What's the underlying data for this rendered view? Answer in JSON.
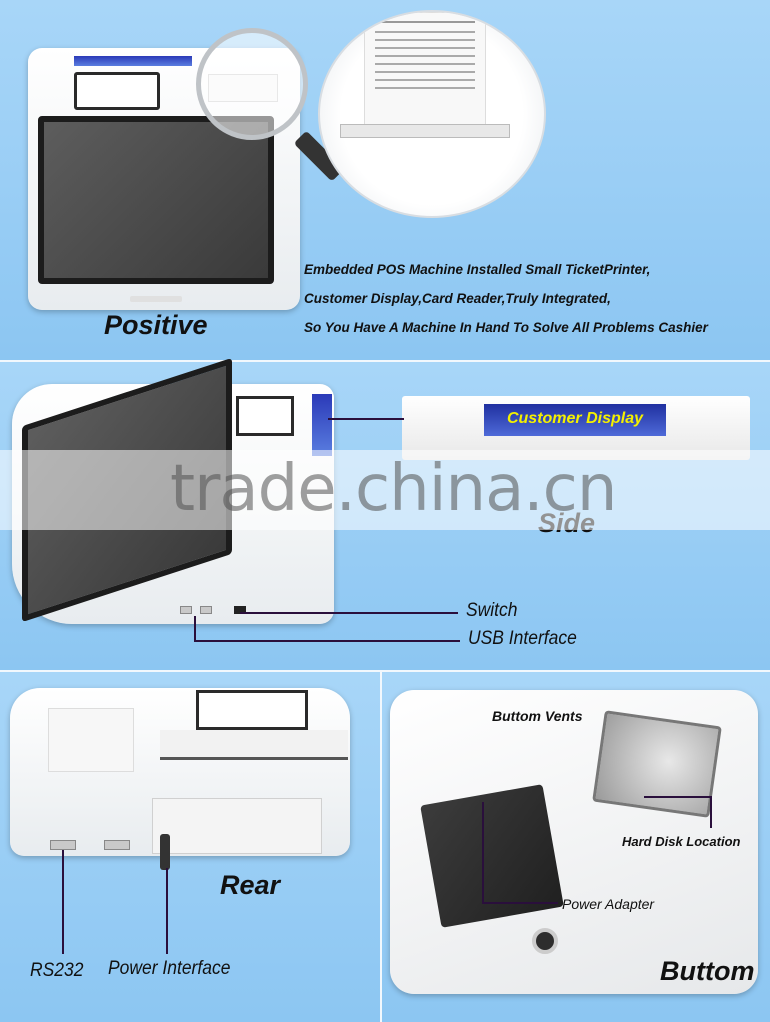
{
  "positive": {
    "title": "Positive",
    "desc_line1": "Embedded POS Machine Installed Small TicketPrinter,",
    "desc_line2": "Customer Display,Card Reader,Truly Integrated,",
    "desc_line3": "So You Have A Machine In Hand To Solve All Problems Cashier"
  },
  "side": {
    "title": "Side",
    "customer_display": "Customer Display",
    "switch": "Switch",
    "usb": "USB Interface"
  },
  "watermark": "trade.china.cn",
  "rear": {
    "title": "Rear",
    "rs232": "RS232",
    "power_interface": "Power Interface"
  },
  "bottom": {
    "title": "Buttom",
    "vents": "Buttom Vents",
    "hard_disk": "Hard Disk Location",
    "power_adapter": "Power Adapter"
  },
  "colors": {
    "panel_bg": "#8ec8f4",
    "customer_display_bg": "#2b3ab8",
    "customer_display_text": "#f4f000",
    "leader_line": "#2a0f3c"
  }
}
